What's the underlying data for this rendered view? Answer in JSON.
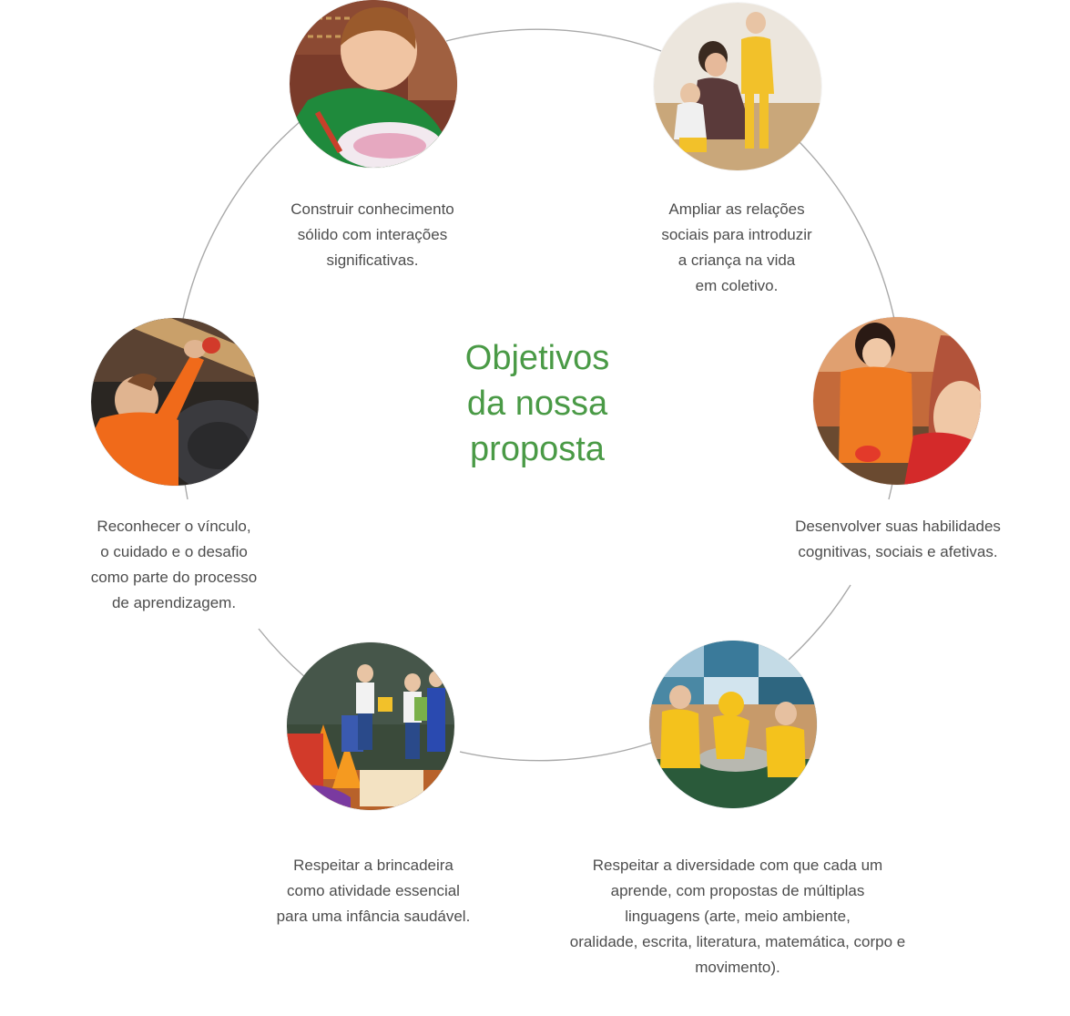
{
  "title": [
    "Objetivos",
    "da nossa",
    "proposta"
  ],
  "colors": {
    "title": "#4a9a46",
    "ring": "#a9a9a9",
    "text": "#4d4d4d"
  },
  "objectives": [
    {
      "id": "construir",
      "photo": "boy-drawing-photo",
      "lines": [
        "Construir conhecimento",
        "sólido com interações",
        "significativas."
      ]
    },
    {
      "id": "ampliar",
      "photo": "teacher-with-children-photo",
      "lines": [
        "Ampliar as relações",
        "sociais para introduzir",
        "a criança na vida",
        "em coletivo."
      ]
    },
    {
      "id": "desenvolver",
      "photo": "children-sandbox-photo",
      "lines": [
        "Desenvolver suas habilidades",
        "cognitivas, sociais e afetivas."
      ]
    },
    {
      "id": "diversidade",
      "photo": "children-water-basin-photo",
      "lines": [
        "Respeitar a diversidade com que cada um",
        "aprende, com propostas de múltiplas",
        "linguagens (arte, meio ambiente,",
        "oralidade, escrita, literatura, matemática, corpo e",
        "movimento)."
      ]
    },
    {
      "id": "brincadeira",
      "photo": "children-playing-blocks-photo",
      "lines": [
        "Respeitar a brincadeira",
        "como atividade essencial",
        "para uma infância saudável."
      ]
    },
    {
      "id": "vinculo",
      "photo": "child-climbing-photo",
      "lines": [
        "Reconhecer o vínculo,",
        "o cuidado e o desafio",
        "como parte do processo",
        "de aprendizagem."
      ]
    }
  ]
}
